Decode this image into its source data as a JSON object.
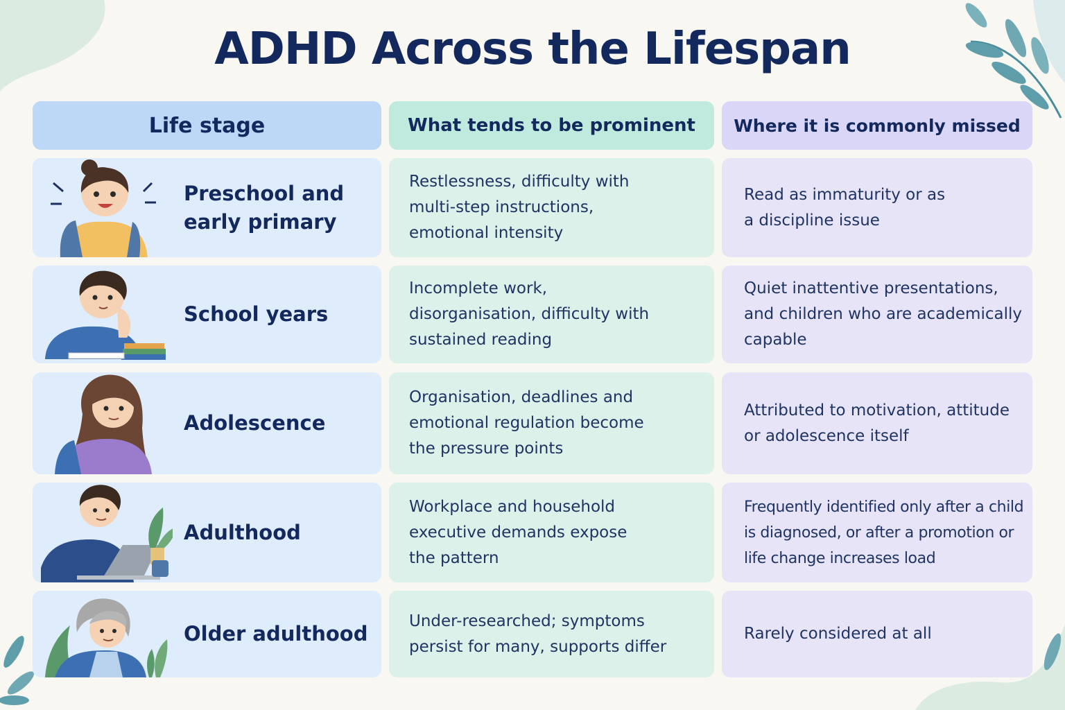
{
  "title": "ADHD Across the Lifespan",
  "headers": {
    "stage": "Life stage",
    "prominent": "What tends to be prominent",
    "missed": "Where it is commonly missed"
  },
  "rows": [
    {
      "stage": "Preschool and early primary",
      "prominent": "Restlessness, difficulty with multi-step instructions, emotional intensity",
      "missed": "Read as immaturity or as a discipline issue",
      "illustration": "preschool-child-illustration"
    },
    {
      "stage": "School years",
      "prominent": "Incomplete work, disorganisation, difficulty with sustained reading",
      "missed": "Quiet inattentive presentations, and children who are academically capable",
      "illustration": "school-child-with-books-illustration"
    },
    {
      "stage": "Adolescence",
      "prominent": "Organisation, deadlines and emotional regulation become the pressure points",
      "missed": "Attributed to motivation, attitude or adolescence itself",
      "illustration": "teen-girl-with-backpack-illustration"
    },
    {
      "stage": "Adulthood",
      "prominent": "Workplace and household executive demands expose the pattern",
      "missed": "Frequently identified only after a child is diagnosed, or after a promotion or life change increases load",
      "illustration": "adult-with-laptop-illustration"
    },
    {
      "stage": "Older adulthood",
      "prominent": "Under-researched; symptoms persist for many, supports differ",
      "missed": "Rarely considered at all",
      "illustration": "older-woman-illustration"
    }
  ],
  "colors": {
    "title": "#13295e",
    "background": "#f9f7f1",
    "col1_header": "#bcd8f6",
    "col2_header": "#bfeadd",
    "col3_header": "#d9d6f7",
    "col1_row": "#deecfb",
    "col2_row": "#dcf1e9",
    "col3_row": "#e7e4f8"
  }
}
